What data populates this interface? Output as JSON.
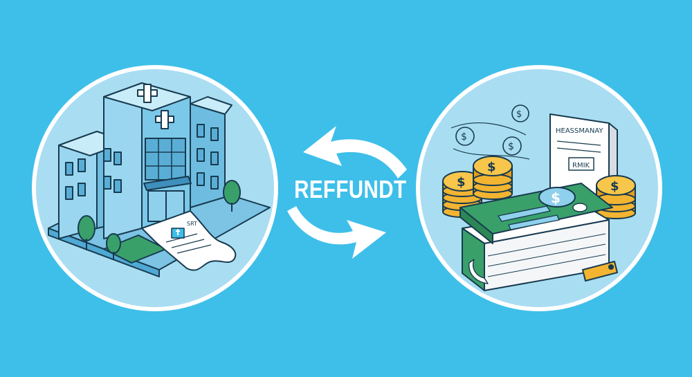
{
  "center_label": "REFFUNDT",
  "receipt_text": "SRT",
  "document_header": "HEASSMANAY",
  "document_tag": "RMIK",
  "colors": {
    "background": "#3ebfe9",
    "circle_fill": "#a9ddf2",
    "building": "#8fd0ec",
    "book_green": "#3aa06a",
    "coin_gold": "#f2b431",
    "outline": "#173a4f",
    "arrow": "#ffffff"
  },
  "icons": [
    "hospital-icon",
    "receipt-icon",
    "refund-arrows-icon",
    "coins-icon",
    "ledger-book-icon",
    "key-icon"
  ]
}
